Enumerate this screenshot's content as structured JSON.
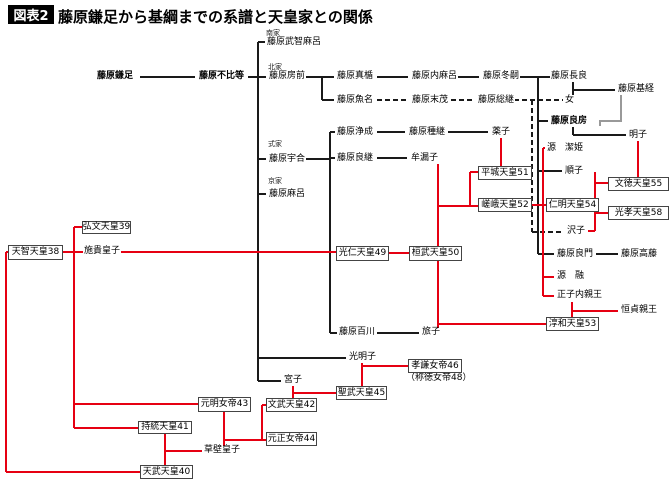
{
  "header": {
    "figure_label": "図表2",
    "title": "藤原鎌足から基綱までの系譜と天皇家との関係"
  },
  "branches": {
    "nanke": "南家",
    "hokke": "北家",
    "shikike": "式家",
    "kyoke": "京家"
  },
  "people": {
    "kamatari": "藤原鎌足",
    "fuhito": "藤原不比等",
    "muchimaro": "藤原武智麻呂",
    "fusasaki": "藤原房前",
    "umakai": "藤原宇合",
    "maro": "藤原麻呂",
    "matate": "藤原真楯",
    "uona": "藤原魚名",
    "uchimaro": "藤原内麻呂",
    "suetada": "藤原末茂",
    "fuyutsugu": "藤原冬嗣",
    "fusatsugu": "藤原総継",
    "nagara": "藤原長良",
    "onna": "女",
    "mototsune": "藤原基経",
    "yoshifusa": "藤原良房",
    "akirakeiko": "明子",
    "kiyohime": "源　潔姫",
    "kiyonari": "藤原浄成",
    "tanetsugu": "藤原種継",
    "kusuko": "薬子",
    "yoshitsugu": "藤原良継",
    "muroko": "牟漏子",
    "junshi": "順子",
    "sawako": "沢子",
    "yoshikado": "藤原良門",
    "takafuji": "藤原高藤",
    "toru": "源　融",
    "masako": "正子内親王",
    "tsunesada": "恒貞親王",
    "momokawa": "藤原百川",
    "tabiko": "旅子",
    "komyoshi": "光明子",
    "miyako": "宮子",
    "shiki": "施貴皇子",
    "kusakabe": "草壁皇子",
    "tenji": "天智天皇38",
    "kobun": "弘文天皇39",
    "tenmu": "天武天皇40",
    "jito": "持統天皇41",
    "monmu": "文武天皇42",
    "genmei": "元明女帝43",
    "gensho": "元正女帝44",
    "shomu": "聖武天皇45",
    "koken": "孝謙女帝46",
    "koken_alias": "（称徳女帝48）",
    "konin": "光仁天皇49",
    "kanmu": "桓武天皇50",
    "heizei": "平城天皇51",
    "saga": "嵯峨天皇52",
    "junna": "淳和天皇53",
    "ninmyo": "仁明天皇54",
    "montoku": "文徳天皇55",
    "koko": "光孝天皇58"
  },
  "colors": {
    "line_black": "#1a1a1a",
    "line_red": "#e60012",
    "line_gray": "#999999",
    "badge_bg": "#000000",
    "badge_fg": "#ffffff",
    "box_border": "#444444"
  }
}
